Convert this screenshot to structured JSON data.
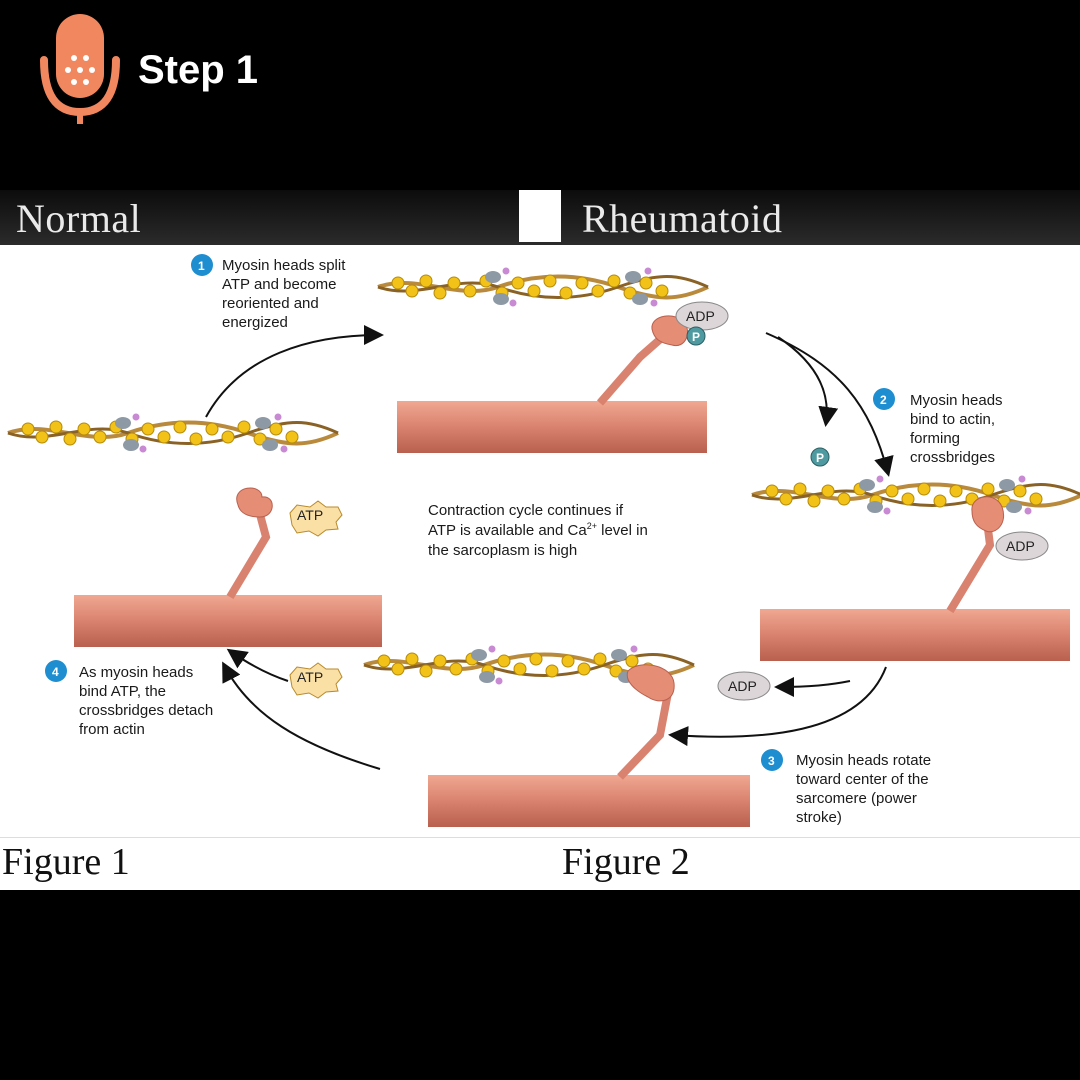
{
  "header": {
    "title": "Step 1",
    "icon": "microphone-icon"
  },
  "bands": {
    "left_label": "Normal",
    "right_label": "Rheumatoid"
  },
  "figures": {
    "left": "Figure 1",
    "right": "Figure 2"
  },
  "steps": [
    {
      "number": "1",
      "lines": [
        "Myosin heads split",
        "ATP and become",
        "reoriented and",
        "energized"
      ]
    },
    {
      "number": "2",
      "lines": [
        "Myosin heads",
        "bind to actin,",
        "forming",
        "crossbridges"
      ]
    },
    {
      "number": "3",
      "lines": [
        "Myosin heads rotate",
        "toward center of the",
        "sarcomere (power",
        "stroke)"
      ]
    },
    {
      "number": "4",
      "lines": [
        "As myosin heads",
        "bind ATP, the",
        "crossbridges detach",
        "from actin"
      ]
    }
  ],
  "center_note": {
    "line1": "Contraction cycle continues if",
    "line2_a": "ATP is available and Ca",
    "line2_sup": "2+",
    "line2_b": " level in",
    "line3": "the sarcoplasm is high"
  },
  "molecules": {
    "atp": "ATP",
    "adp": "ADP",
    "phosphate": "P"
  },
  "colors": {
    "accent_mic": "#f0875e",
    "step_circle": "#1e8ed1",
    "thick_filament": "#d9826f",
    "actin_bead": "#f2c218",
    "actin_strand": "#b98a3c",
    "troponin": "#8e99a6",
    "tropomyosin_dots": "#c98ad4",
    "adp_fill": "#dcd6d9",
    "atp_fill": "#fbe0a6"
  }
}
